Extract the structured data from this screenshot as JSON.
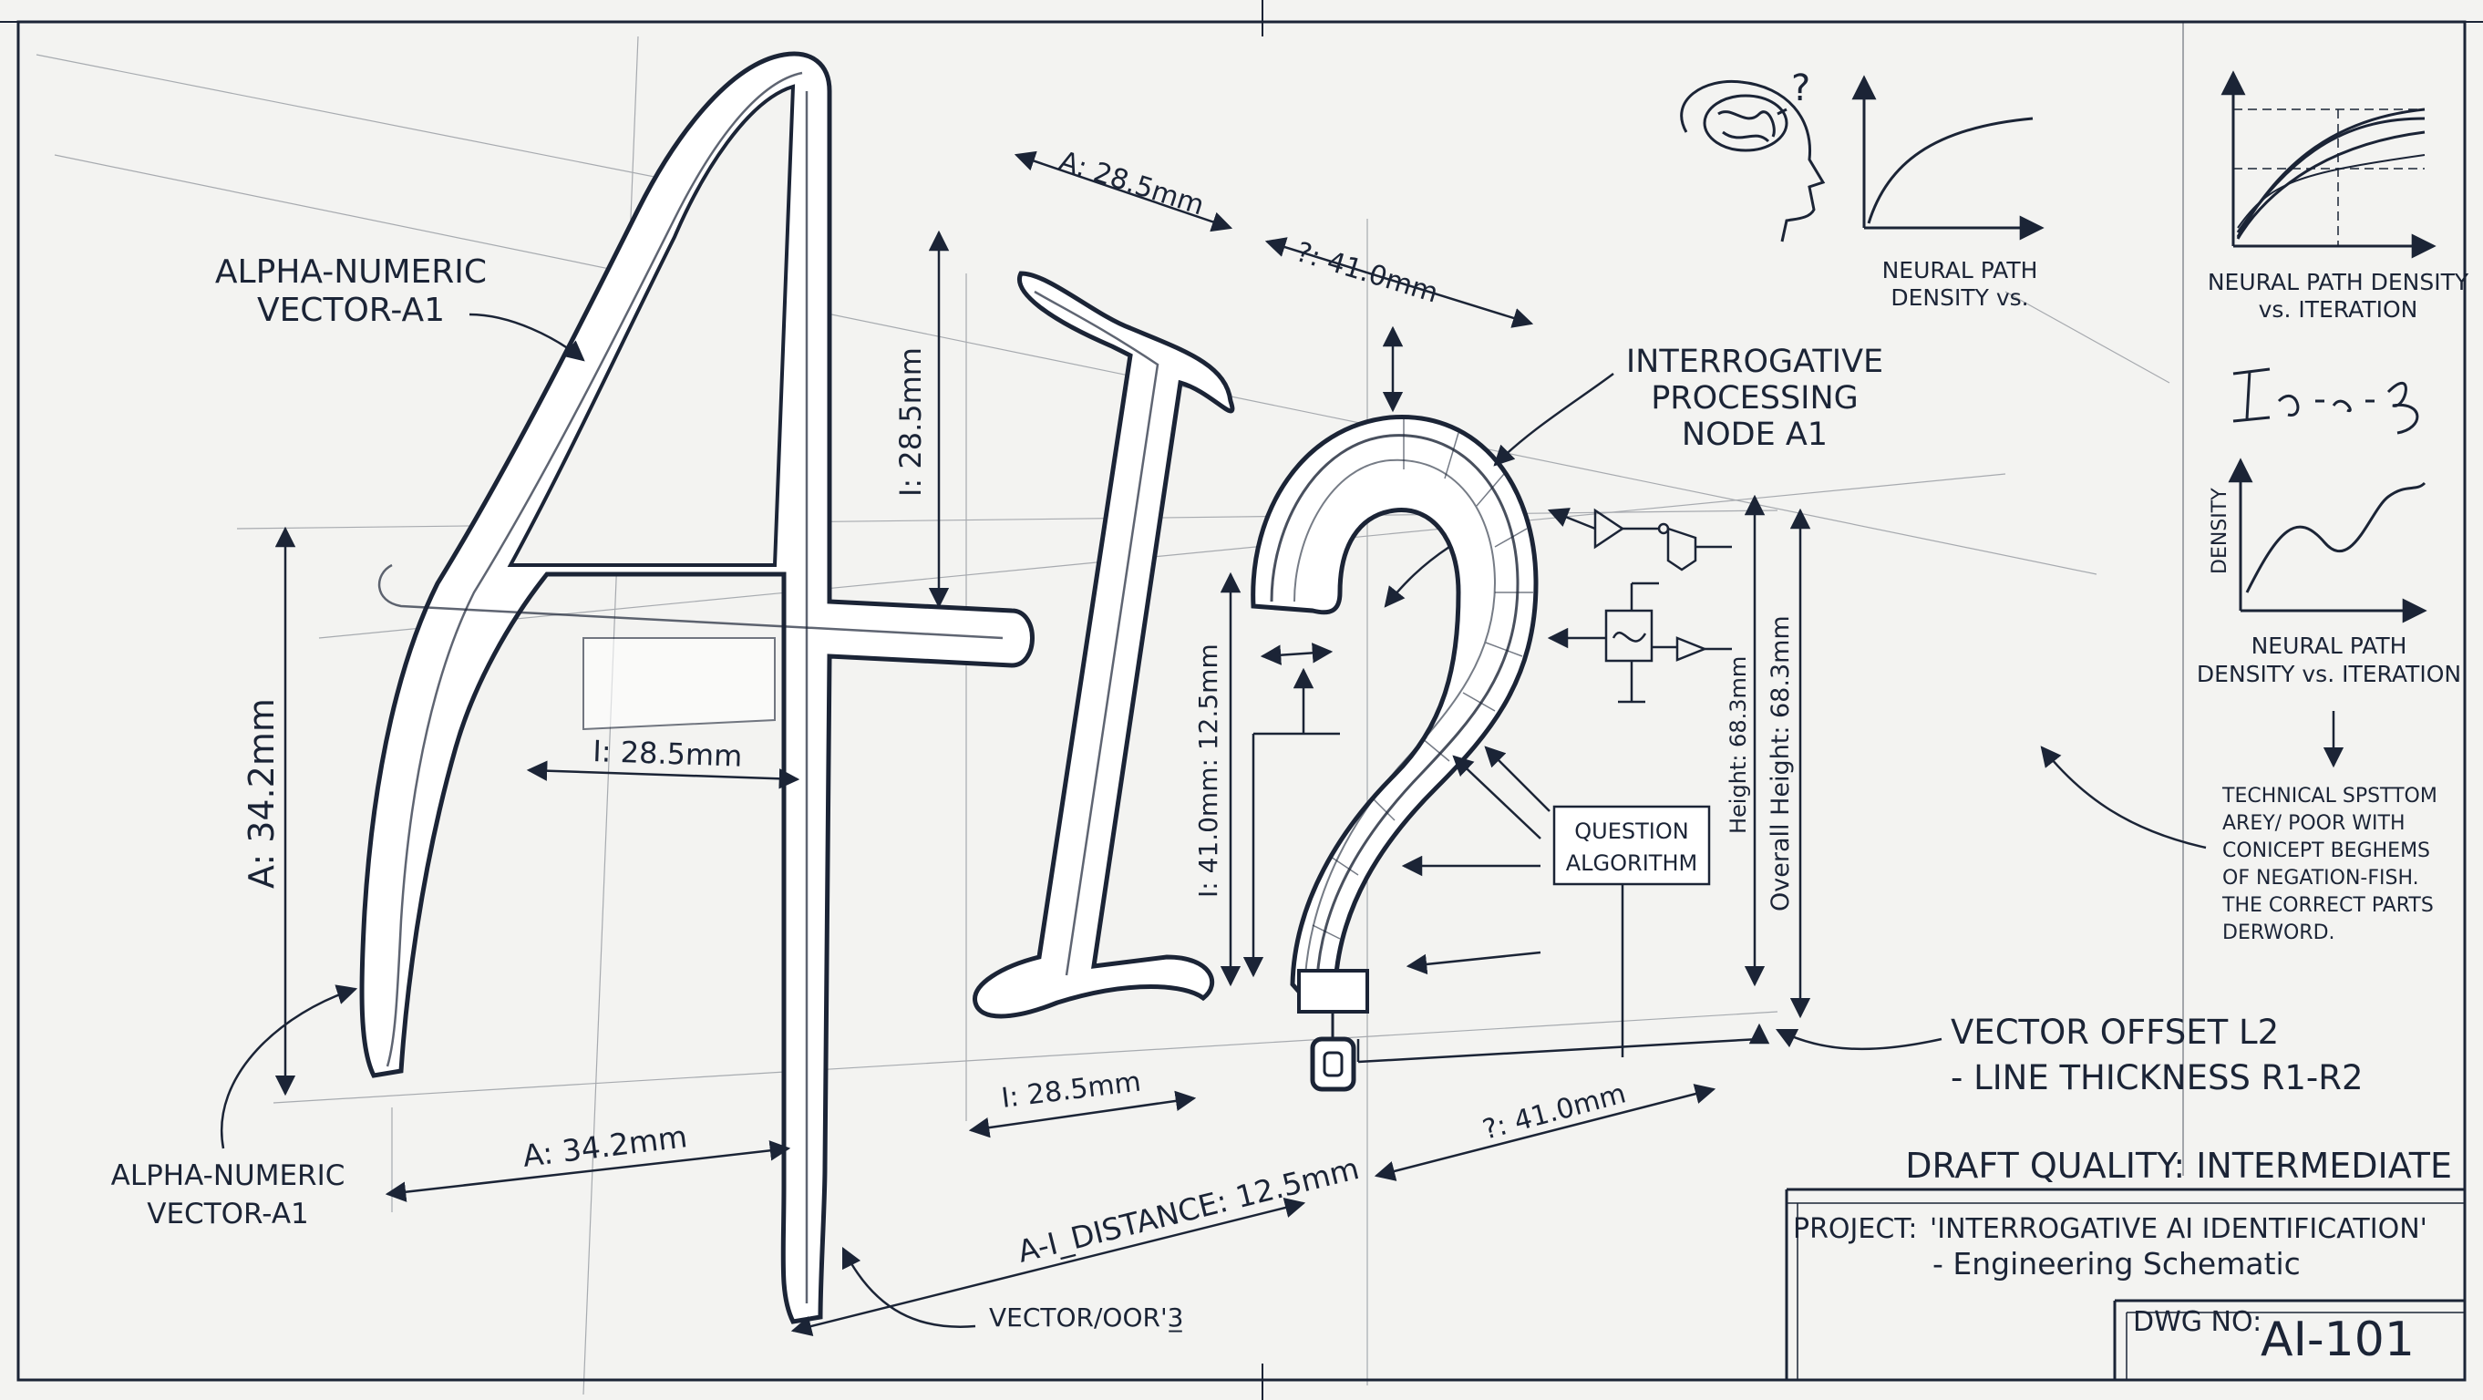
{
  "labels": {
    "vector_top_1": "ALPHA-NUMERIC",
    "vector_top_2": "VECTOR-A1",
    "vector_bottom_1": "ALPHA-NUMERIC",
    "vector_bottom_2": "VECTOR-A1",
    "node_1": "INTERROGATIVE",
    "node_2": "PROCESSING",
    "node_3": "NODE A1",
    "question_1": "QUESTION",
    "question_2": "ALGORITHM",
    "vector_oor": "VECTOR/OOR'3̲",
    "offset_1": "VECTOR OFFSET L2",
    "offset_2": "- LINE THICKNESS R1-R2"
  },
  "dimensions": {
    "a_top": "A: 28.5mm",
    "q_top": "?: 41.0mm",
    "i_height": "I: 28.5mm",
    "a_height": "A: 34.2mm",
    "i_width_mid": "I: 28.5mm",
    "i_q_height": "I: 41.0mm: 12.5mm",
    "i_bottom": "I: 28.5mm",
    "a_bottom": "A: 34.2mm",
    "ai_distance": "A-I_DISTANCE: 12.5mm",
    "q_bottom": "?: 41.0mm",
    "height": "Height: 68.3mm",
    "overall_height": "Overall Height: 68.3mm"
  },
  "sidebar": {
    "chart1_1": "NEURAL PATH",
    "chart1_2": "DENSITY vs.",
    "chart2_1": "NEURAL PATH DENSITY",
    "chart2_2": "vs. ITERATION",
    "chart3_axis": "DENSITY",
    "chart3_1": "NEURAL PATH",
    "chart3_2": "DENSITY vs. ITERATION",
    "note": [
      "TECHNICAL SPSTTOM",
      "AREY/ POOR WITH",
      "CONICEPT BEGHEMS",
      "OF NEGATION-FISH.",
      "THE CORRECT PARTS",
      "DERWORD."
    ]
  },
  "title_block": {
    "draft_quality": "DRAFT QUALITY: INTERMEDIATE",
    "project_label": "PROJECT:",
    "project_title": "'INTERROGATIVE AI IDENTIFICATION'",
    "project_subtitle": "- Engineering Schematic",
    "dwg_label": "DWG NO:",
    "dwg_number": "AI-101"
  },
  "colors": {
    "ink": "#1b2436",
    "paper": "#f3f3f1",
    "fill": "#ffffff"
  }
}
